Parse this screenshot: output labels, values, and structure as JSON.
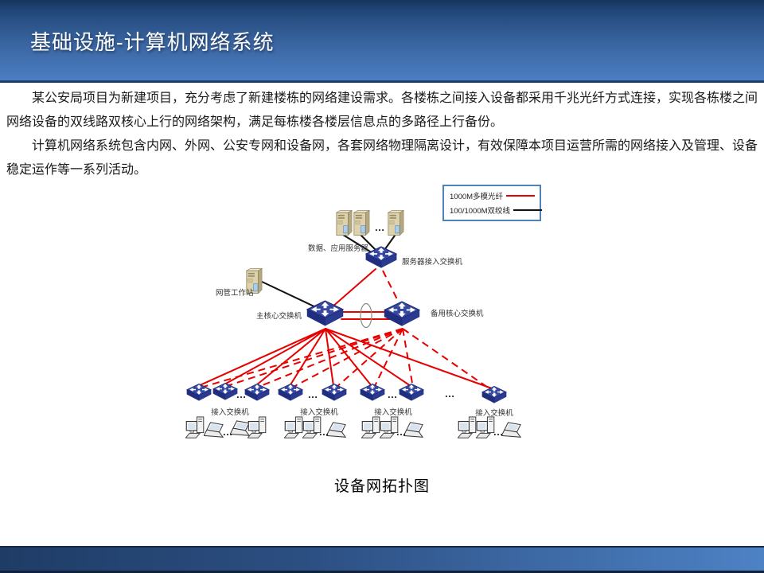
{
  "slide": {
    "title": "基础设施-计算机网络系统",
    "paragraphs": [
      "某公安局项目为新建项目，充分考虑了新建楼栋的网络建设需求。各楼栋之间接入设备都采用千兆光纤方式连接，实现各栋楼之间网络设备的双线路双核心上行的网络架构，满足每栋楼各楼层信息点的多路径上行备份。",
      "计算机网络系统包含内网、外网、公安专网和设备网，各套网络物理隔离设计，有效保障本项目运营所需的网络接入及管理、设备稳定运作等一系列活动。"
    ],
    "caption": "设备网拓扑图"
  },
  "legend": {
    "items": [
      {
        "label": "1000M多模光纤",
        "color": "#e60000"
      },
      {
        "label": "100/1000M双绞线",
        "color": "#111111"
      }
    ]
  },
  "diagram": {
    "labels": {
      "servers": "数据、应用服务器",
      "server_access_switch": "服务器接入交换机",
      "mgmt_station": "网管工作站",
      "main_core": "主核心交换机",
      "backup_core": "备用核心交换机",
      "access_switch": "接入交换机",
      "dots": "…"
    },
    "colors": {
      "fiber_red": "#e60000",
      "cable_black": "#111111",
      "switch_blue": "#35479f",
      "legend_border_blue": "#4f81bd"
    }
  }
}
